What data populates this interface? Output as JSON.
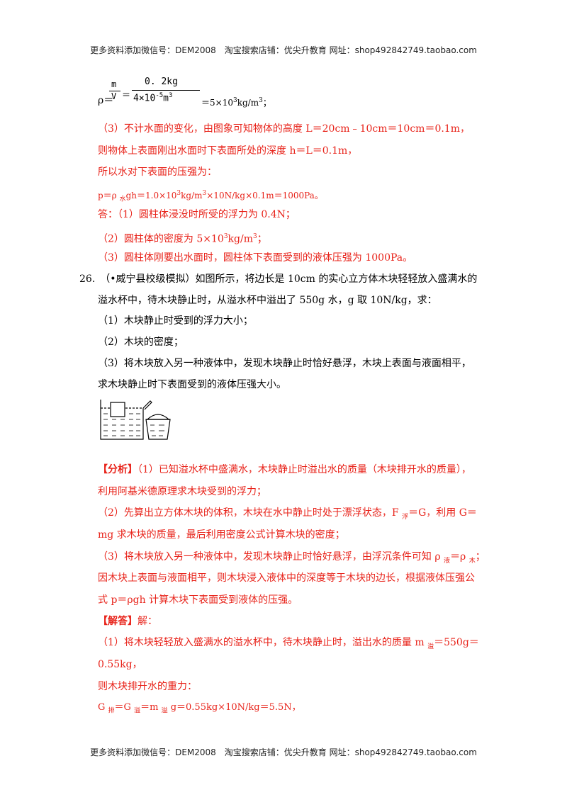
{
  "header": {
    "text": "更多资料添加微信号：DEM2008　淘宝搜索店铺：优尖升教育 网址：shop492842749.taobao.com"
  },
  "footer": {
    "text": "更多资料添加微信号：DEM2008　淘宝搜索店铺：优尖升教育 网址：shop492842749.taobao.com"
  },
  "formula": {
    "rho": "ρ＝",
    "m": "m",
    "v": "V",
    "eq": "＝",
    "num": "0. 2kg",
    "den_a": "4×10",
    "den_exp": "-5",
    "den_b": "m",
    "den_exp2": "3",
    "result_a": "＝5×10",
    "result_sup": "3",
    "result_b": "kg/m",
    "result_sup2": "3",
    "result_end": "；"
  },
  "part3": {
    "l1": "（3）不计水面的变化，由图象可知物体的高度 L＝20cm﹣10cm＝10cm＝0.1m，",
    "l2": "则物体上表面刚出水面时下表面所处的深度 h＝L＝0.1m，",
    "l3": "所以水对下表面的压强为：",
    "l4a": "p＝ρ ",
    "l4sub": "水",
    "l4b": "gh＝1.0×10",
    "l4sup": "3",
    "l4c": "kg/m",
    "l4sup2": "3",
    "l4d": "×10N/kg×0.1m＝1000Pa。"
  },
  "answer": {
    "a1": "答：（1）圆柱体浸没时所受的浮力为 0.4N；",
    "a2a": "（2）圆柱体的密度为 5×10",
    "a2sup": "3",
    "a2b": "kg/m",
    "a2sup2": "3",
    "a2c": "；",
    "a3": "（3）圆柱体刚要出水面时，圆柱体下表面受到的液体压强为 1000Pa。"
  },
  "q26": {
    "l1": "26.　（•威宁县校级模拟）如图所示，将边长是 10cm 的实心立方体木块轻轻放入盛满水的",
    "l2": "溢水杯中，待木块静止时，从溢水杯中溢出了 550g 水，g 取 10N/kg，求：",
    "l3": "（1）木块静止时受到的浮力大小；",
    "l4": "（2）木块的密度；",
    "l5": "（3）将木块放入另一种液体中，发现木块静止时恰好悬浮，木块上表面与液面相平，",
    "l6": "求木块静止时下表面受到的液体压强大小。"
  },
  "analysis": {
    "tag": "【分析】",
    "l1": "（1）已知溢水杯中盛满水，木块静止时溢出水的质量（木块排开水的质量），",
    "l2": "利用阿基米德原理求木块受到的浮力；",
    "l3a": "（2）先算出立方体木块的体积，木块在水中静止时处于漂浮状态，F ",
    "l3sub": "浮",
    "l3b": "＝G，利用 G＝",
    "l4": "mg 求木块的质量，最后利用密度公式计算木块的密度；",
    "l5a": "（3）将木块放入另一种液体中，发现木块静止时恰好悬浮，由浮沉条件可知 ρ ",
    "l5sub": "液",
    "l5b": "＝ρ ",
    "l5sub2": "木",
    "l5c": "；",
    "l6": "因木块上表面与液面相平，则木块浸入液体中的深度等于木块的边长，根据液体压强公",
    "l7": "式 p＝ρgh 计算木块下表面受到液体的压强。"
  },
  "solution": {
    "tag": "【解答】",
    "colon": "解：",
    "l1a": "（1）将木块轻轻放入盛满水的溢水杯中，待木块静止时，溢出水的质量 m ",
    "l1sub": "溢",
    "l1b": "＝550g＝",
    "l2": "0.55kg，",
    "l3": "则木块排开水的重力：",
    "l4a": "G ",
    "l4sub": "排",
    "l4b": "＝G ",
    "l4sub2": "溢",
    "l4c": "＝m ",
    "l4sub3": "溢",
    "l4d": " g＝0.55kg×10N/kg＝5.5N，"
  }
}
